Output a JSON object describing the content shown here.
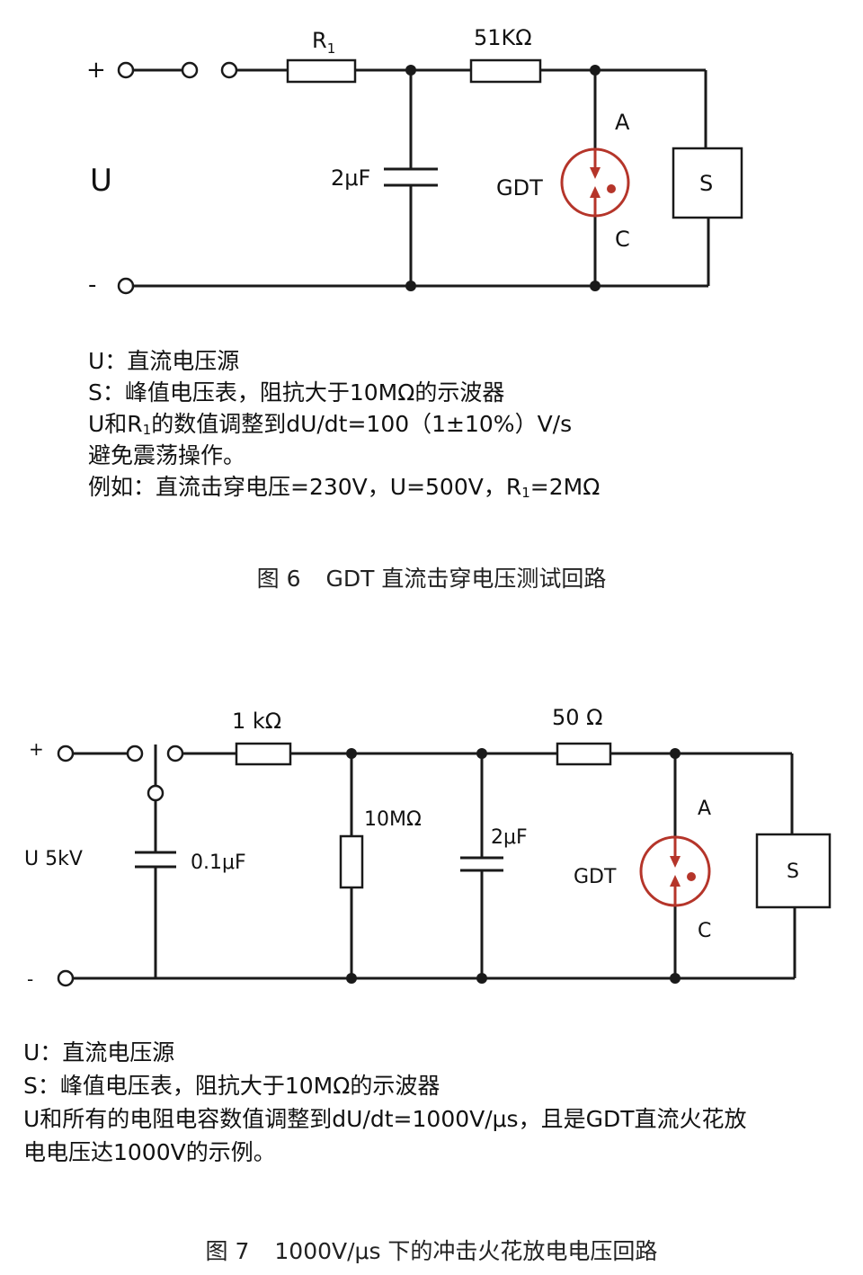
{
  "fig6": {
    "plus": "+",
    "minus": "-",
    "source": "U",
    "r1_main": "R",
    "r1_sub": "1",
    "r2": "51KΩ",
    "cap": "2μF",
    "gdt": "GDT",
    "anode": "A",
    "cathode": "C",
    "meter": "S",
    "notes": {
      "line1": "U：直流电压源",
      "line2": "S：峰值电压表，阻抗大于10MΩ的示波器",
      "line3a": "U和R",
      "line3b": "1",
      "line3c": "的数值调整到dU/dt=100（1±10%）V/s",
      "line4": "避免震荡操作。",
      "line5a": "例如：直流击穿电压=230V，U=500V，R",
      "line5b": "1",
      "line5c": "=2MΩ"
    },
    "caption_num": "图 6",
    "caption_text": "GDT 直流击穿电压测试回路"
  },
  "fig7": {
    "plus": "+",
    "minus": "-",
    "source": "U 5kV",
    "cap1": "0.1μF",
    "r1": "1 kΩ",
    "r2": "10MΩ",
    "cap2": "2μF",
    "r3": "50 Ω",
    "gdt": "GDT",
    "anode": "A",
    "cathode": "C",
    "meter": "S",
    "notes": {
      "line1": "U：直流电压源",
      "line2": "S：峰值电压表，阻抗大于10MΩ的示波器",
      "line3": "U和所有的电阻电容数值调整到dU/dt=1000V/μs，且是GDT直流火花放",
      "line4": "电电压达1000V的示例。"
    },
    "caption_num": "图 7",
    "caption_text": "1000V/μs 下的冲击火花放电电压回路"
  },
  "colors": {
    "gdt_accent": "#b5352a",
    "wire": "#1a1a1a"
  }
}
